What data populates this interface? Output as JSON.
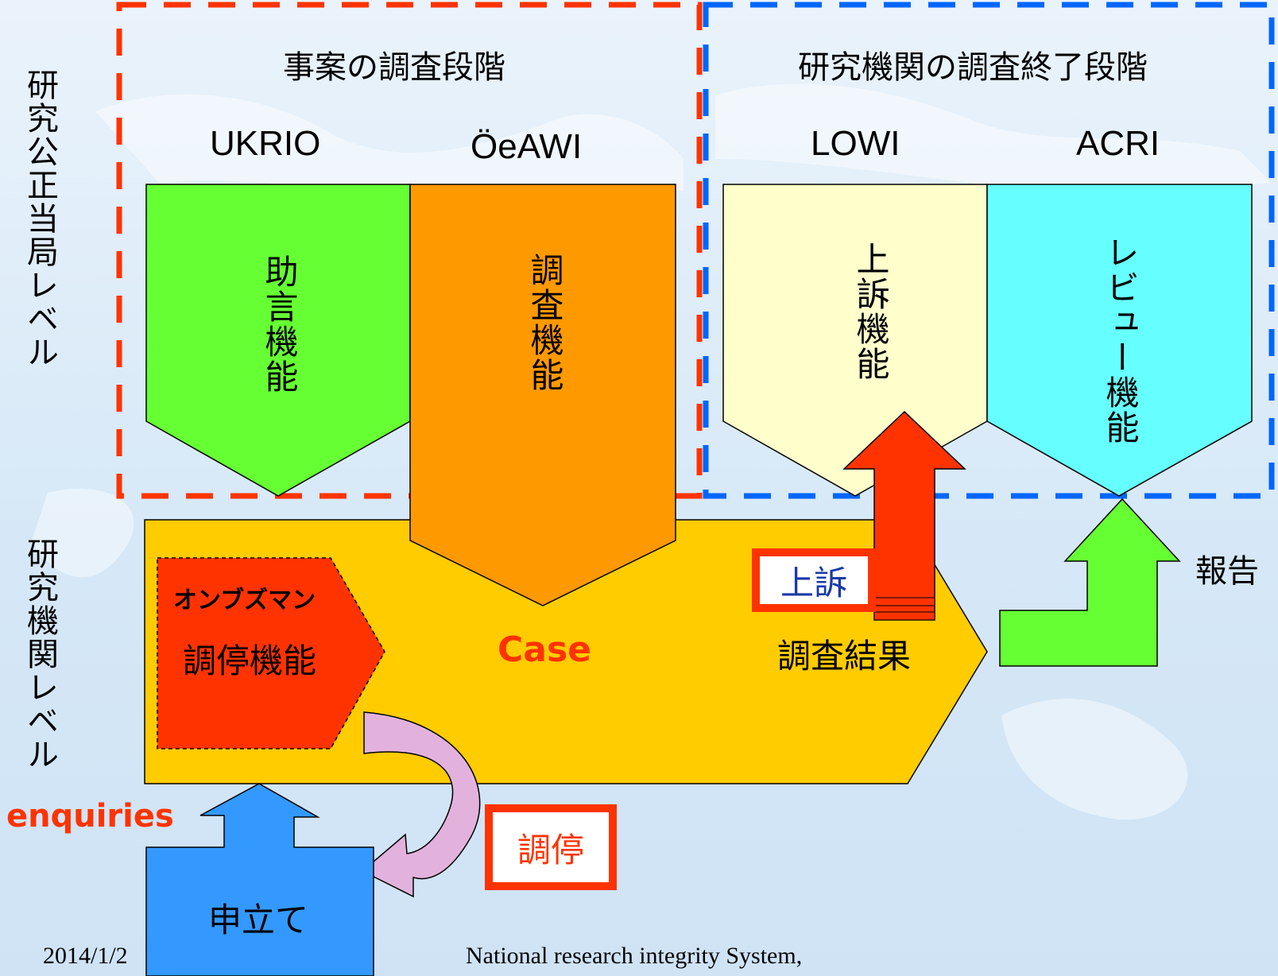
{
  "levels": {
    "authority": "研究公正当局レベル",
    "institution": "研究機関レベル"
  },
  "stages": {
    "case_investigation": "事案の調査段階",
    "post_investigation": "研究機関の調査終了段階"
  },
  "organizations": {
    "ukrio": "UKRIO",
    "oeawi": "ÖeAWI",
    "lowi": "LOWI",
    "acri": "ACRI"
  },
  "functions": {
    "advice": "助言機能",
    "investigation": "調査機能",
    "appeal": "上訴機能",
    "review": "レビュー機能"
  },
  "institution": {
    "ombudsman": "オンブズマン",
    "mediation_function": "調停機能",
    "case": "Case",
    "result": "調査結果"
  },
  "flows": {
    "appeal": "上訴",
    "report": "報告",
    "mediation": "調停",
    "enquiries": "enquiries",
    "application": "申立て"
  },
  "footer": {
    "date": "2014/1/2",
    "title": "National research integrity System,"
  },
  "colors": {
    "advice_green": "#66ff33",
    "investigation_orange": "#ff9900",
    "appeal_cream": "#ffffcc",
    "review_cyan": "#66ffff",
    "case_yellow": "#ffcc00",
    "ombudsman_red": "#ff3300",
    "arrow_red": "#ff3300",
    "arrow_green": "#66ff33",
    "arrow_blue": "#3399ff",
    "mediation_purple": "#e0b0dc",
    "stage1_border": "#ff3300",
    "stage2_border": "#0066ff"
  }
}
